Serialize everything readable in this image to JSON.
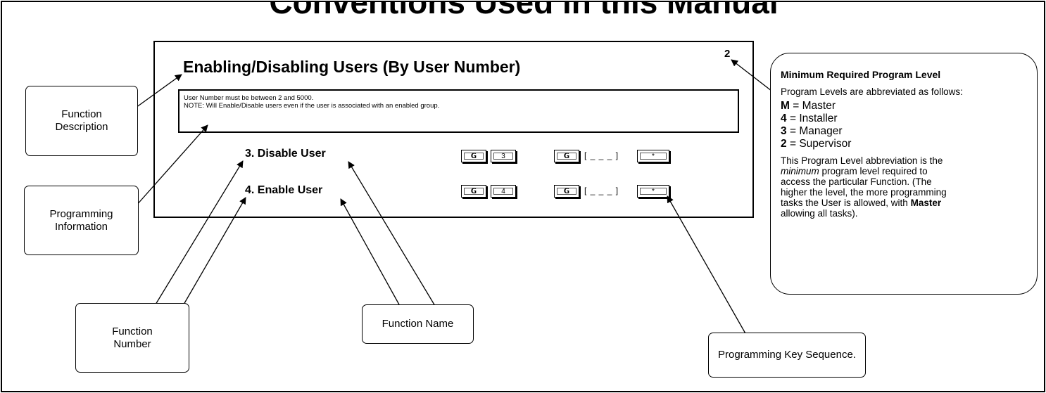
{
  "title": "Conventions Used in this Manual",
  "example": {
    "heading": "Enabling/Disabling Users (By User Number)",
    "level_digit": "2",
    "info_line1": "User Number must be between 2 and 5000.",
    "info_line2": "NOTE:  Will Enable/Disable users even if the user is associated with an enabled group.",
    "functions": [
      {
        "label": "3. Disable User",
        "key_digit": "3",
        "blank": "[ _ _ _ ]",
        "star": "*"
      },
      {
        "label": "4. Enable User",
        "key_digit": "4",
        "blank": "[ _ _ _ ]",
        "star": "*"
      }
    ]
  },
  "callouts": {
    "function_description_1": "Function",
    "function_description_2": "Description",
    "programming_information_1": "Programming",
    "programming_information_2": "Information",
    "function_number_1": "Function",
    "function_number_2": "Number",
    "function_name": "Function Name",
    "programming_key_sequence": "Programming Key Sequence."
  },
  "legend": {
    "heading": "Minimum Required Program Level",
    "intro": "Program Levels are abbreviated as follows:",
    "levels": [
      {
        "code": "M",
        "name": "Master"
      },
      {
        "code": "4",
        "name": "Installer"
      },
      {
        "code": "3",
        "name": "Manager"
      },
      {
        "code": "2",
        "name": "Supervisor"
      }
    ],
    "eq": "=",
    "para_1": "This Program Level abbreviation is the",
    "para_2_em": "minimum",
    "para_2_rest": " program level required to",
    "para_3": "access the particular Function.  (The",
    "para_4": "higher the level, the more programming",
    "para_5_a": "tasks the User is allowed, with ",
    "para_5_b": "Master",
    "para_6": "allowing all tasks)."
  }
}
